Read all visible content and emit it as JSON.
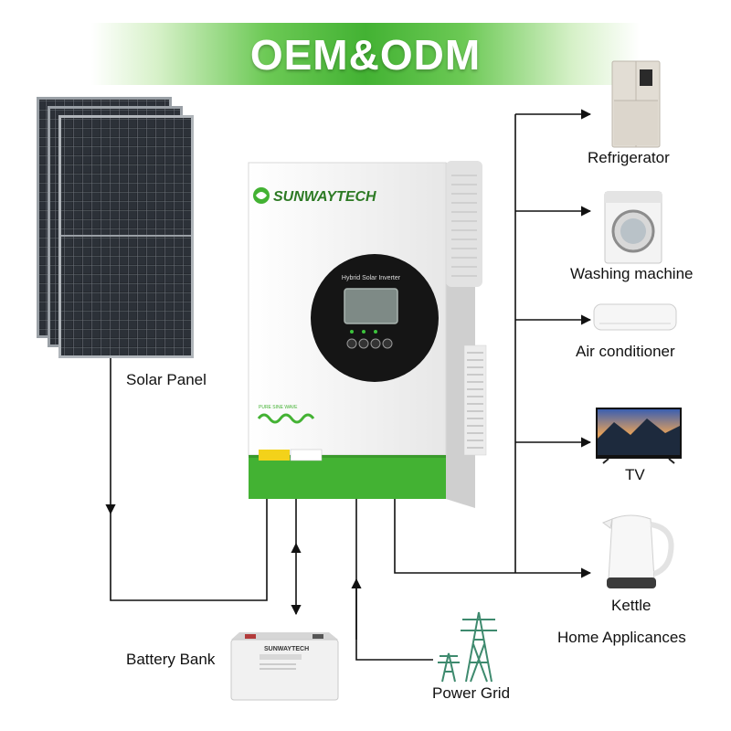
{
  "banner": {
    "title": "OEM&ODM"
  },
  "inverter": {
    "brand": "SUNWAYTECH",
    "panel_label": "Hybrid Solar Inverter",
    "sine_label": "PURE SINE WAVE"
  },
  "battery": {
    "brand": "SUNWAYTECH"
  },
  "components": {
    "solar_panel": "Solar Panel",
    "battery_bank": "Battery Bank",
    "power_grid": "Power Grid"
  },
  "appliances": [
    {
      "name": "Refrigerator",
      "icon": "refrigerator-icon"
    },
    {
      "name": "Washing machine",
      "icon": "washing-machine-icon"
    },
    {
      "name": "Air conditioner",
      "icon": "air-conditioner-icon"
    },
    {
      "name": "TV",
      "icon": "tv-icon"
    },
    {
      "name": "Kettle",
      "icon": "kettle-icon"
    }
  ],
  "home_appliances_label": "Home Applicances",
  "colors": {
    "brand_green": "#43b233",
    "line": "#111111",
    "inverter_body": "#f4f4f4"
  }
}
